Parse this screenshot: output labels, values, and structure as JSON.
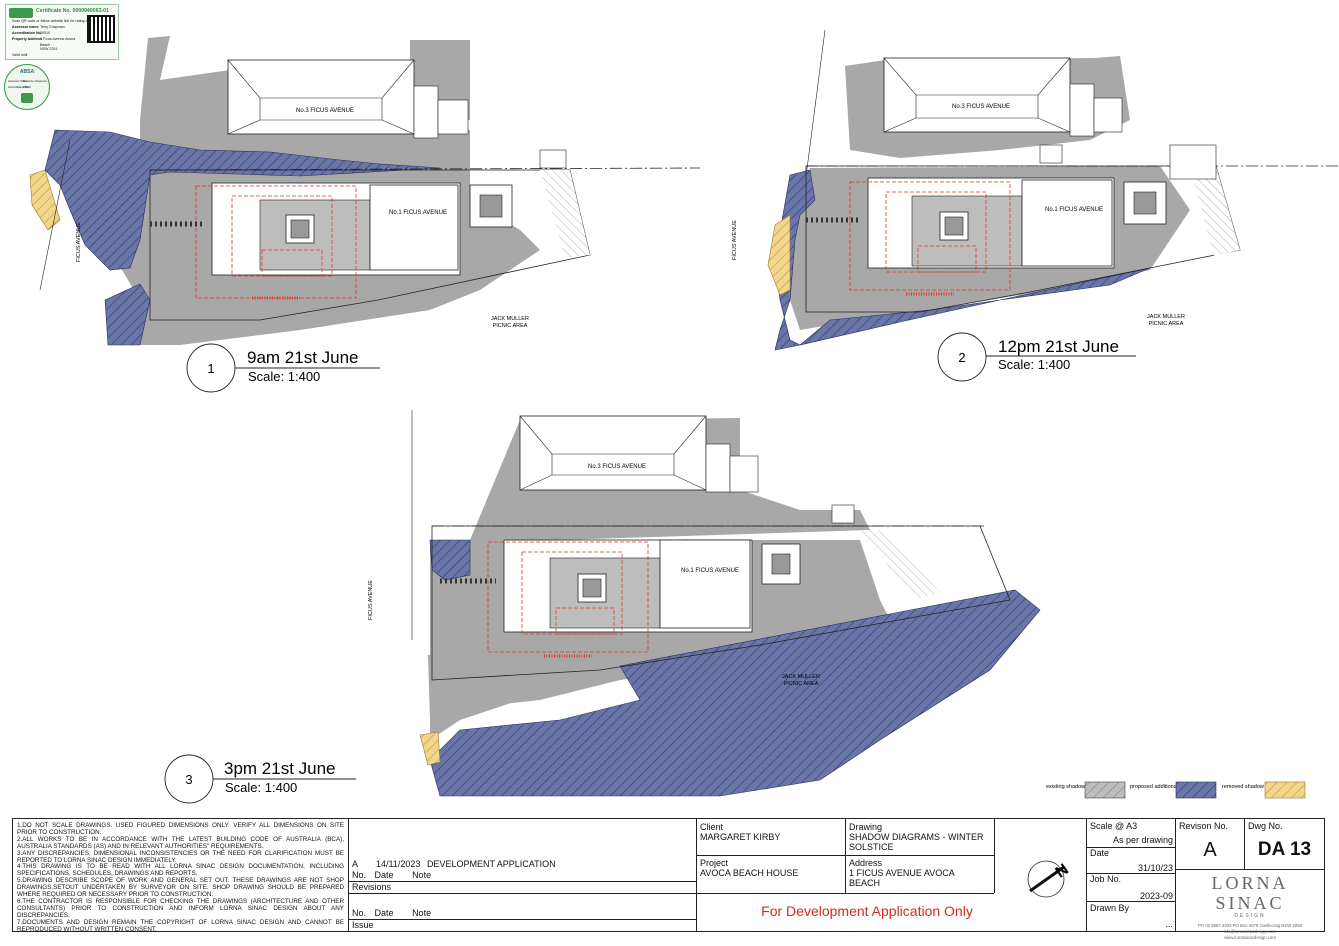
{
  "certificate": {
    "number": "Certificate No. 0000040063-01",
    "lines": [
      "Scan QR code or follow website link for rating details.",
      "Assessor name",
      "Terry Chapman",
      "Accreditation No.",
      "20510",
      "Property Address",
      "1 Ficus Avenue Avoca Beach",
      "NSW 2251",
      "Valid until"
    ],
    "seal_lines": [
      "ABSA",
      "Assessor Name",
      "Terrence Chapman",
      "Accreditation No.",
      "20510"
    ]
  },
  "views": [
    {
      "number": "1",
      "title": "9am 21st June",
      "scale": "Scale: 1:400",
      "neighbour_label": "No.3 FICUS AVENUE",
      "house_label": "No.1 FICUS AVENUE",
      "street_label": "FICUS AVENUE",
      "park_label_1": "JACK MULLER",
      "park_label_2": "PICNIC AREA"
    },
    {
      "number": "2",
      "title": "12pm 21st June",
      "scale": "Scale: 1:400",
      "neighbour_label": "No.3 FICUS AVENUE",
      "house_label": "No.1 FICUS AVENUE",
      "street_label": "FICUS AVENUE",
      "park_label_1": "JACK MULLER",
      "park_label_2": "PICNIC AREA"
    },
    {
      "number": "3",
      "title": "3pm 21st June",
      "scale": "Scale: 1:400",
      "neighbour_label": "No.3 FICUS AVENUE",
      "house_label": "No.1 FICUS AVENUE",
      "street_label": "FICUS AVENUE",
      "park_label_1": "JACK MULLER",
      "park_label_2": "PICNIC AREA"
    }
  ],
  "legend": {
    "existing": "existing shadow",
    "proposed": "proposed additional shadow",
    "removed": "removed shadow"
  },
  "colors": {
    "existing_shadow": "#a8a8a8",
    "proposed_shadow": "#5a6699",
    "removed_shadow": "#f1d48a",
    "proposed_outline": "#e03a2e"
  },
  "title_block": {
    "notes": [
      "1.DO NOT SCALE DRAWINGS. USED FIGURED DIMENSIONS ONLY. VERIFY ALL DIMENSIONS ON SITE PRIOR TO CONSTRUCTION.",
      "2.ALL WORKS TO BE IN ACCORDANCE WITH THE LATEST BUILDING CODE OF AUSTRALIA (BCA), AUSTRALIA STANDARDS (AS) AND IN RELEVANT AUTHORITIES\" REQUIREMENTS.",
      "3.ANY DISCREPANCIES, DIMENSIONAL INCONSISTENCIES OR THE NEED FOR CLARIFICATION MUST BE REPORTED TO LORNA SINAC DESIGN IMMEDIATELY.",
      "4.THIS DRAWING IS TO BE READ WITH ALL LORNA SINAC DESIGN DOCUMENTATION, INCLUDING SPECIFICATIONS, SCHEDULES, DRAWINGS AND REPORTS.",
      "5.DRAWING DESCRIBE SCOPE OF WORK AND GENERAL SET OUT. THESE DRAWINGS ARE NOT SHOP DRAWINGS.SETOUT UNDERTAKEN BY SURVEYOR ON SITE. SHOP DRAWING SHOULD BE PREPARED WHERE REQUIRED OR NECESSARY PRIOR TO CONSTRUCTION.",
      "6.THE CONTRACTOR IS RESPONSIBLE FOR CHECKING THE DRAWINGS (ARCHITECTURE AND OTHER CONSULTANTS) PRIOR TO CONSTRUCTION AND INFORM LORNA SINAC DESIGN ABOUT ANY DISCREPANCIES.",
      "7.DOCUMENTS AND DESIGN REMAIN THE COPYRIGHT OF LORNA SINAC DESIGN AND CANNOT BE REPRODUCED WITHOUT WRITTEN CONSENT."
    ],
    "revision_row": {
      "no": "A",
      "date": "14/11/2023",
      "note": "DEVELOPMENT APPLICATION"
    },
    "revisions_header": {
      "no": "No.",
      "date": "Date",
      "note": "Note"
    },
    "revisions_label": "Revisions",
    "issue_header": {
      "no": "No.",
      "date": "Date",
      "note": "Note"
    },
    "issue_label": "Issue",
    "client_label": "Client",
    "client": "MARGARET KIRBY",
    "project_label": "Project",
    "project": "AVOCA BEACH HOUSE",
    "drawing_label": "Drawing",
    "drawing": "SHADOW DIAGRAMS - WINTER SOLSTICE",
    "address_label": "Address",
    "address": "1 FICUS AVENUE AVOCA BEACH",
    "da_only": "For Development Application Only",
    "scale_label": "Scale @ A3",
    "scale_value": "As per drawing",
    "date_label": "Date",
    "date_value": "31/10/23",
    "job_label": "Job No.",
    "job_value": "2023-09",
    "drawn_label": "Drawn By",
    "drawn_value": "...",
    "revision_label": "Revison No.",
    "revision_value": "A",
    "dwg_label": "Dwg No.",
    "dwg_value": "DA 13",
    "north": "N",
    "brand": "LORNA SINAC",
    "brand_sub": "DESIGN",
    "contact_1": "PH 02 9967 4333 PO Box 4079 Castlecrag NSW 2068",
    "contact_2": "info@lornasinacdesign.com",
    "contact_3": "www.lornasinacdesign.com"
  }
}
